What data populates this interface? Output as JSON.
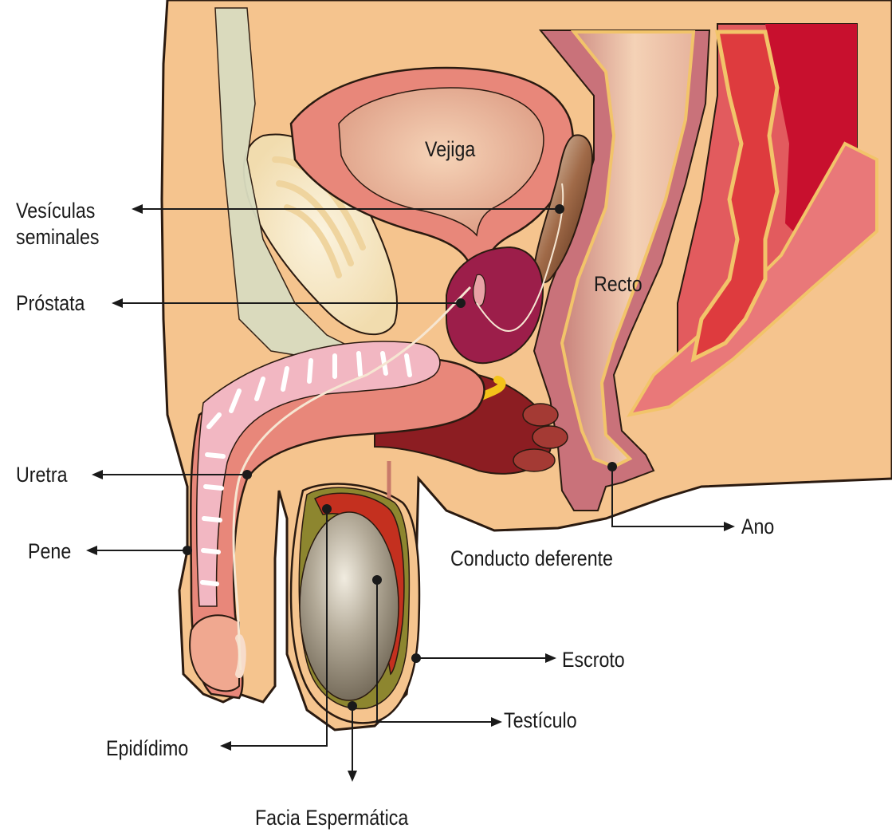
{
  "diagram": {
    "labels": {
      "vejiga": "Vejiga",
      "recto": "Recto",
      "vesiculas_line1": "Vesículas",
      "vesiculas_line2": "seminales",
      "prostata": "Próstata",
      "uretra": "Uretra",
      "pene": "Pene",
      "conducto": "Conducto deferente",
      "ano": "Ano",
      "escroto": "Escroto",
      "testiculo": "Testículo",
      "epididimo": "Epidídimo",
      "facia": "Facia Espermática"
    },
    "colors": {
      "skin": "#f5c48e",
      "outline": "#2a1a10",
      "bladder_wall": "#e8877a",
      "bladder_inner": "#eab08f",
      "prostate": "#9c1e4a",
      "seminal_vesicle": "#6b3a22",
      "rectum_wall": "#c96a6a",
      "rectum_inner": "#f0c7a8",
      "muscle_red": "#c8102e",
      "pubic_bone": "#f6e6c4",
      "penis_stripe": "#e87f95",
      "testis": "#8f8574",
      "fascia_green": "#7f8a22",
      "dark_muscle": "#8c1d22",
      "yellow_gland": "#f4c21a"
    }
  }
}
